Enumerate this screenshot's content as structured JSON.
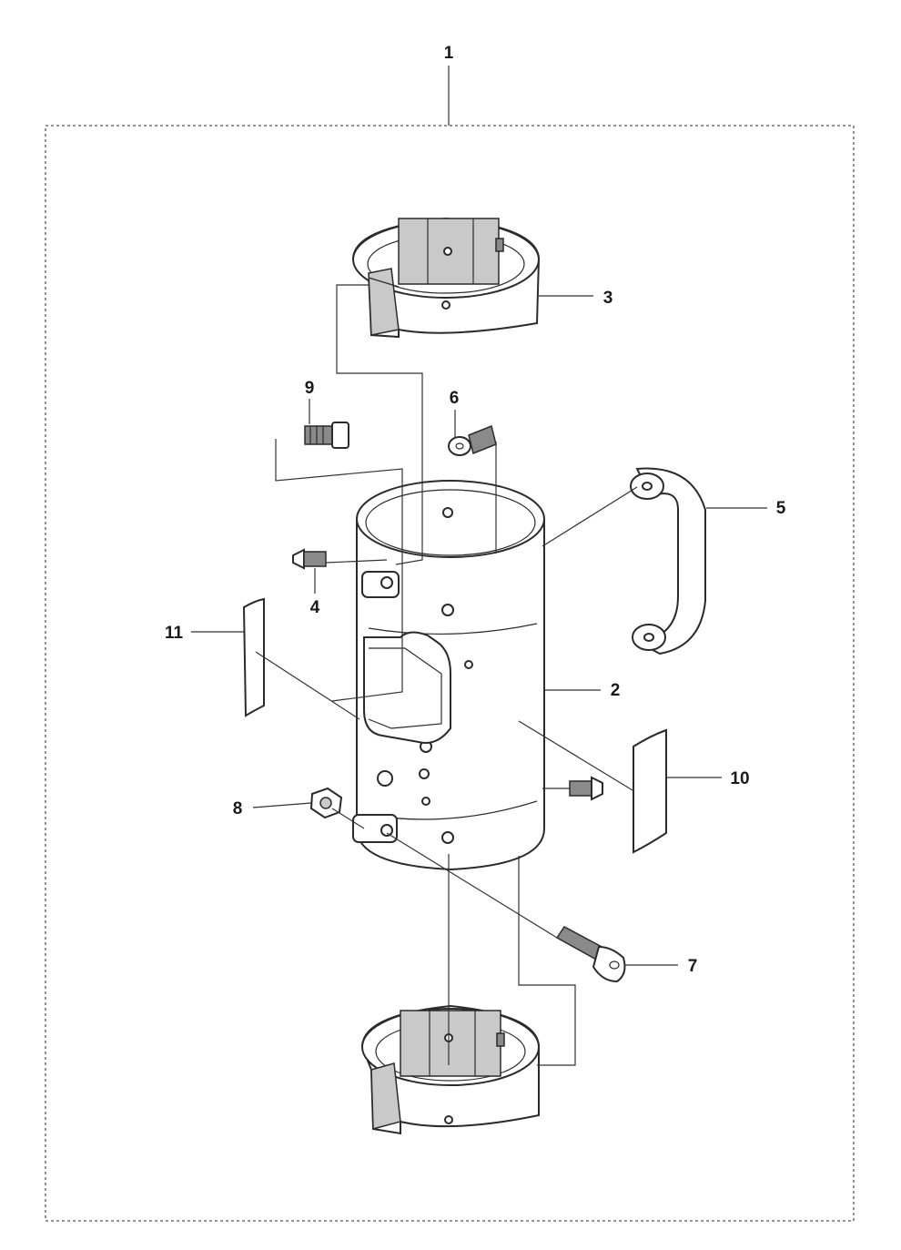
{
  "assembly": {
    "callouts": [
      {
        "id": "1",
        "label": "1"
      },
      {
        "id": "2",
        "label": "2"
      },
      {
        "id": "3",
        "label": "3"
      },
      {
        "id": "4",
        "label": "4"
      },
      {
        "id": "5",
        "label": "5"
      },
      {
        "id": "6",
        "label": "6"
      },
      {
        "id": "7",
        "label": "7"
      },
      {
        "id": "8",
        "label": "8"
      },
      {
        "id": "9",
        "label": "9"
      },
      {
        "id": "10",
        "label": "10"
      },
      {
        "id": "11",
        "label": "11"
      }
    ]
  },
  "colors": {
    "line": "#2b2b2b",
    "shade": "#c9c9c9",
    "frame": "#555555"
  }
}
